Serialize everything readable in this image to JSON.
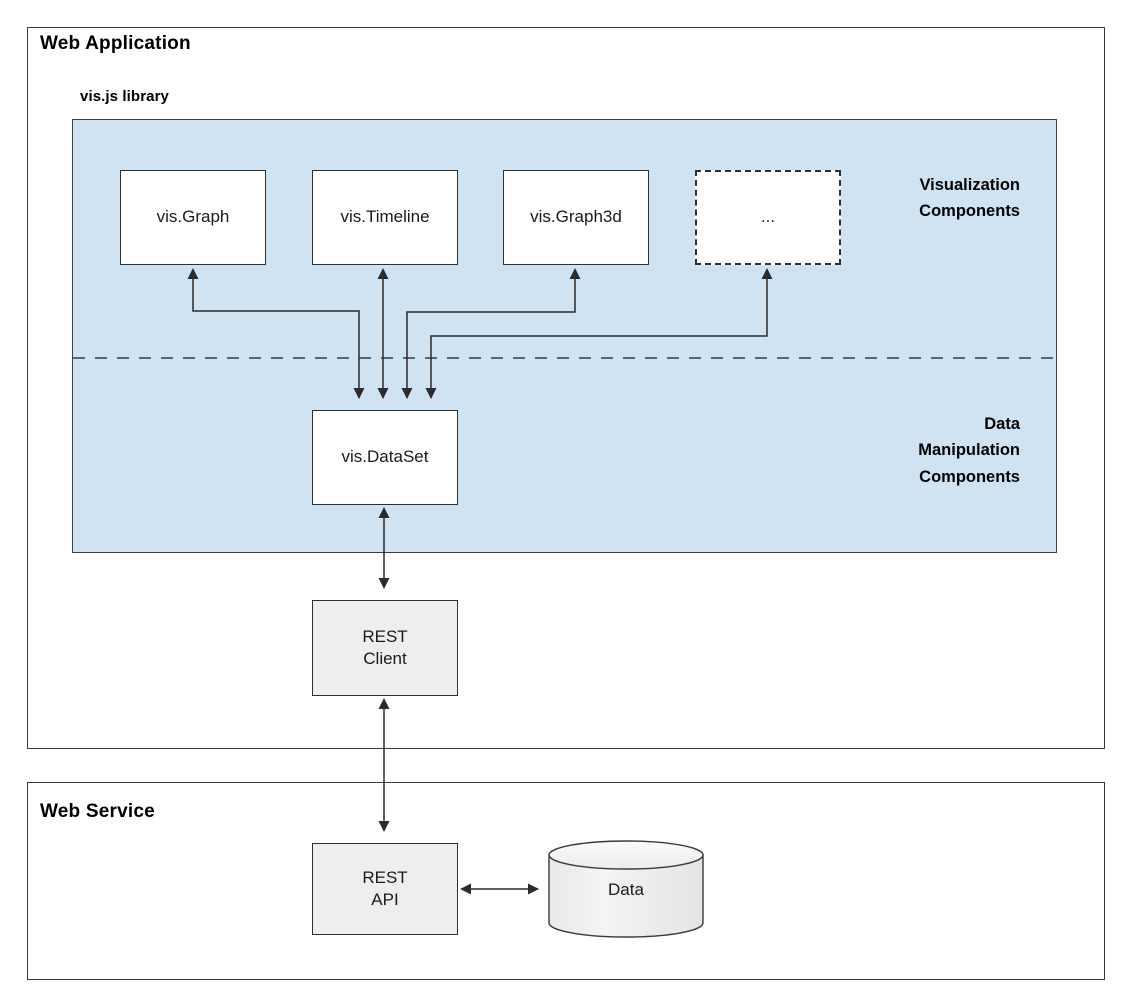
{
  "diagram": {
    "title_web_application": "Web Application",
    "title_web_service": "Web Service",
    "library_label": "vis.js library",
    "labels": {
      "visualization_components": "Visualization\nComponents",
      "data_manipulation_components": "Data\nManipulation\nComponents"
    },
    "nodes": {
      "vis_graph": "vis.Graph",
      "vis_timeline": "vis.Timeline",
      "vis_graph3d": "vis.Graph3d",
      "ellipsis": "...",
      "vis_dataset": "vis.DataSet",
      "rest_client_line1": "REST",
      "rest_client_line2": "Client",
      "rest_api_line1": "REST",
      "rest_api_line2": "API",
      "data_store": "Data"
    },
    "colors": {
      "panel_fill": "#cfe3f3",
      "node_white": "#ffffff",
      "node_gray": "#eeeeee",
      "stroke": "#2f2f2f",
      "background": "#ffffff"
    }
  }
}
